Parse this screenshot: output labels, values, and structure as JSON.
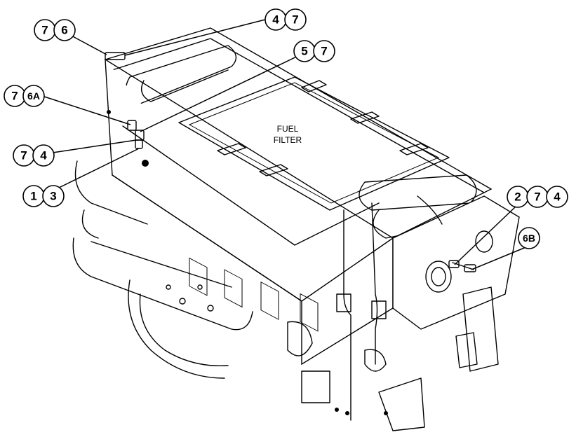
{
  "diagram": {
    "component_label": [
      "FUEL",
      "FILTER"
    ],
    "callouts": [
      {
        "id": "c-76",
        "numbers": [
          "7",
          "6"
        ]
      },
      {
        "id": "c-47",
        "numbers": [
          "4",
          "7"
        ]
      },
      {
        "id": "c-57",
        "numbers": [
          "5",
          "7"
        ]
      },
      {
        "id": "c-76a",
        "numbers": [
          "7",
          "6A"
        ]
      },
      {
        "id": "c-74",
        "numbers": [
          "7",
          "4"
        ]
      },
      {
        "id": "c-13",
        "numbers": [
          "1",
          "3"
        ]
      },
      {
        "id": "c-274",
        "numbers": [
          "2",
          "7",
          "4"
        ]
      },
      {
        "id": "c-6b",
        "numbers": [
          "6B"
        ]
      }
    ]
  }
}
